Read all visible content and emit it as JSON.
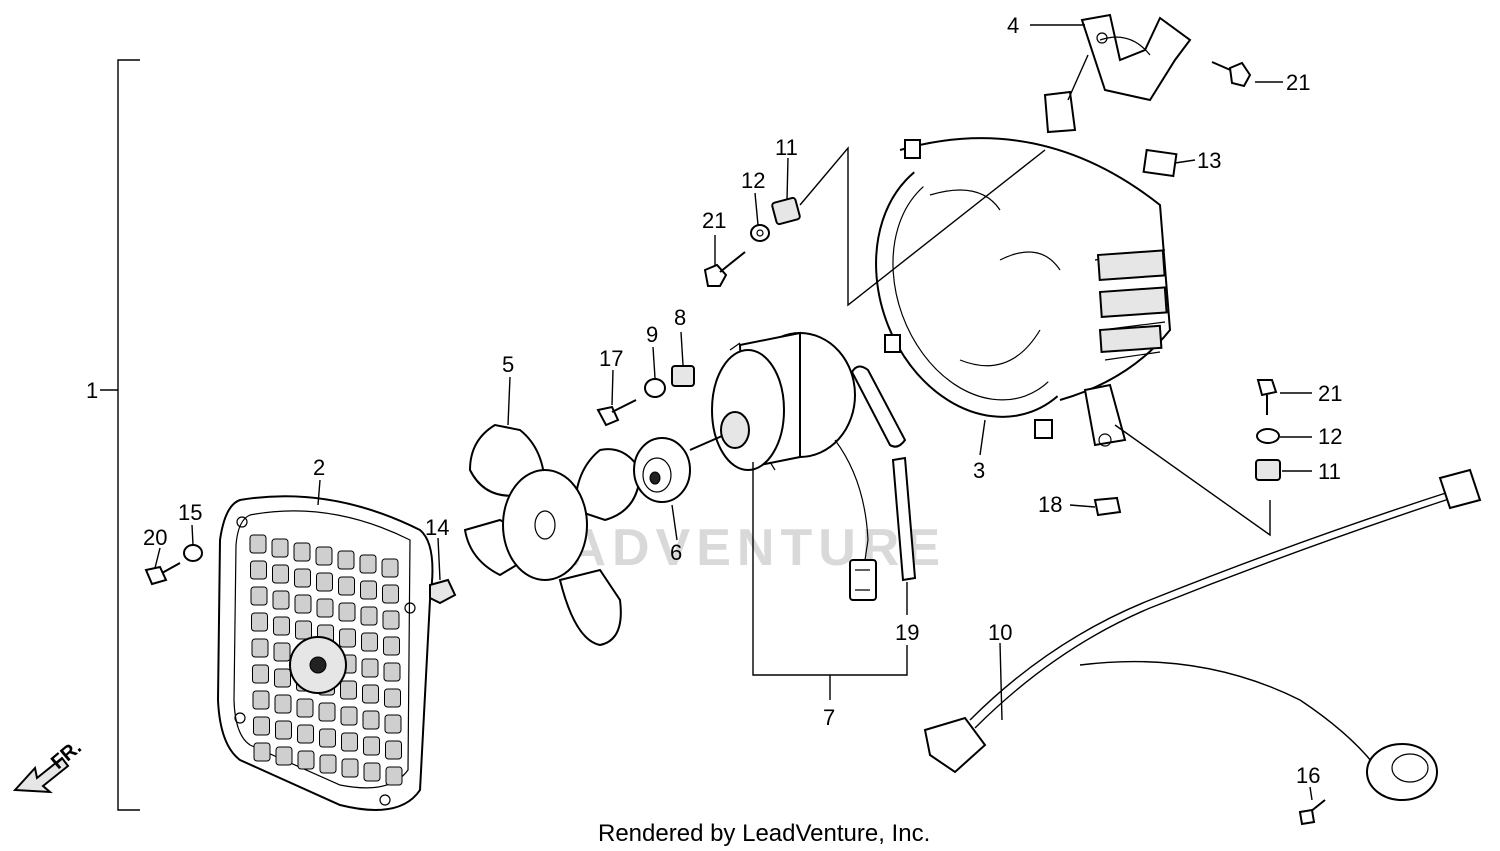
{
  "watermark": "LEADVENTURE",
  "footer": "Rendered by LeadVenture, Inc.",
  "front_arrow_label": "FR.",
  "callouts": {
    "c1": "1",
    "c2": "2",
    "c3": "3",
    "c4": "4",
    "c5": "5",
    "c6": "6",
    "c7": "7",
    "c8": "8",
    "c9": "9",
    "c10": "10",
    "c11a": "11",
    "c11b": "11",
    "c12a": "12",
    "c12b": "12",
    "c13": "13",
    "c14": "14",
    "c15": "15",
    "c16": "16",
    "c17": "17",
    "c18": "18",
    "c19": "19",
    "c20": "20",
    "c21a": "21",
    "c21b": "21",
    "c21c": "21"
  }
}
